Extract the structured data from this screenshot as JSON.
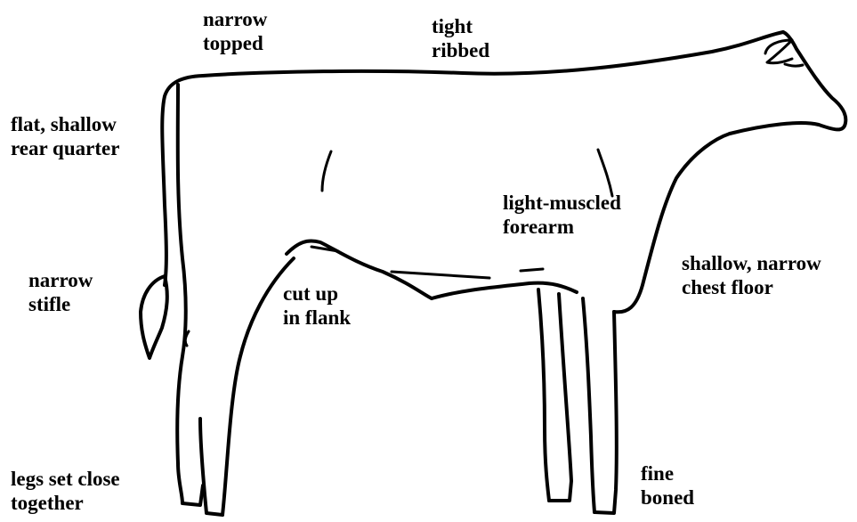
{
  "diagram": {
    "labels": [
      {
        "id": "narrow-topped",
        "lines": [
          "narrow",
          "topped"
        ]
      },
      {
        "id": "tight-ribbed",
        "lines": [
          "tight",
          "ribbed"
        ]
      },
      {
        "id": "flat-shallow",
        "lines": [
          "flat, shallow",
          "rear quarter"
        ]
      },
      {
        "id": "light-muscled",
        "lines": [
          "light-muscled",
          "forearm"
        ]
      },
      {
        "id": "shallow-narrow",
        "lines": [
          "shallow, narrow",
          "chest floor"
        ]
      },
      {
        "id": "narrow-stifle",
        "lines": [
          "narrow",
          "stifle"
        ]
      },
      {
        "id": "cut-up-flank",
        "lines": [
          "cut up",
          "in flank"
        ]
      },
      {
        "id": "legs-set-close",
        "lines": [
          "legs set close",
          "together"
        ]
      },
      {
        "id": "fine-boned",
        "lines": [
          "fine",
          "boned"
        ]
      }
    ]
  }
}
